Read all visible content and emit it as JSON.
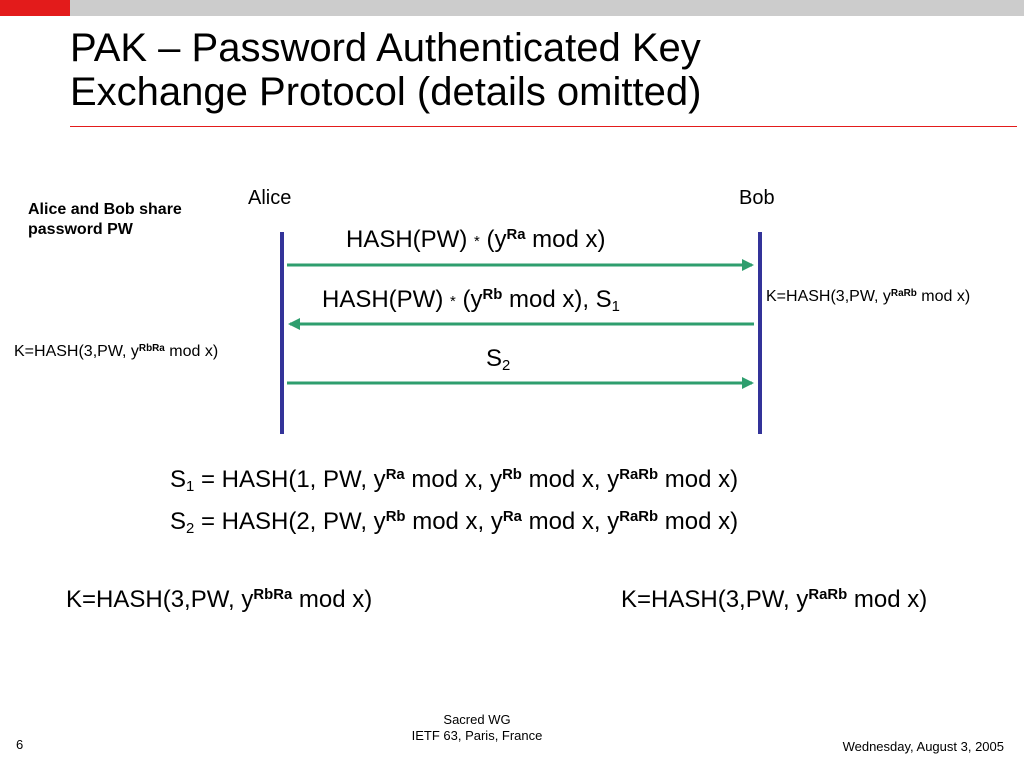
{
  "colors": {
    "accent": "#e31b1b",
    "bar": "#cccccc",
    "lifeline": "#333399",
    "arrow": "#2e9e6e"
  },
  "title": {
    "line1": "PAK – Password Authenticated Key",
    "line2": "Exchange Protocol (details omitted)"
  },
  "note": {
    "line1": "Alice and Bob share",
    "line2": "password PW"
  },
  "actors": {
    "alice": "Alice",
    "bob": "Bob"
  },
  "messages": {
    "m1": {
      "prefix": "HASH(PW) ",
      "star": "*",
      "open": " (y",
      "sup": "Ra",
      "suffix": " mod x)"
    },
    "m2": {
      "prefix": "HASH(PW) ",
      "star": "*",
      "open": " (y",
      "sup": "Rb",
      "mid": " mod x), S",
      "sub": "1"
    },
    "m3": {
      "prefix": "S",
      "sub": "2"
    }
  },
  "side_keys": {
    "bob": {
      "prefix": "K=HASH(3,PW, y",
      "sup": "RaRb",
      "suffix": " mod x)"
    },
    "alice": {
      "prefix": "K=HASH(3,PW, y",
      "sup": "RbRa",
      "suffix": " mod x)"
    }
  },
  "equations": {
    "s1": {
      "s": "S",
      "sub": "1",
      "a": " = HASH(1, PW, y",
      "sup1": "Ra",
      "b": " mod x, y",
      "sup2": "Rb",
      "c": " mod x, y",
      "sup3": "RaRb",
      "d": " mod x)"
    },
    "s2": {
      "s": "S",
      "sub": "2",
      "a": " = HASH(2, PW, y",
      "sup1": "Rb",
      "b": " mod x, y",
      "sup2": "Ra",
      "c": " mod x, y",
      "sup3": "RaRb",
      "d": " mod x)"
    }
  },
  "keys": {
    "left": {
      "prefix": "K=HASH(3,PW, y",
      "sup": "RbRa",
      "suffix": " mod x)"
    },
    "right": {
      "prefix": "K=HASH(3,PW, y",
      "sup": "RaRb",
      "suffix": " mod x)"
    }
  },
  "footer": {
    "slide_number": "6",
    "center_line1": "Sacred WG",
    "center_line2": "IETF 63, Paris, France",
    "date": "Wednesday, August 3, 2005"
  }
}
